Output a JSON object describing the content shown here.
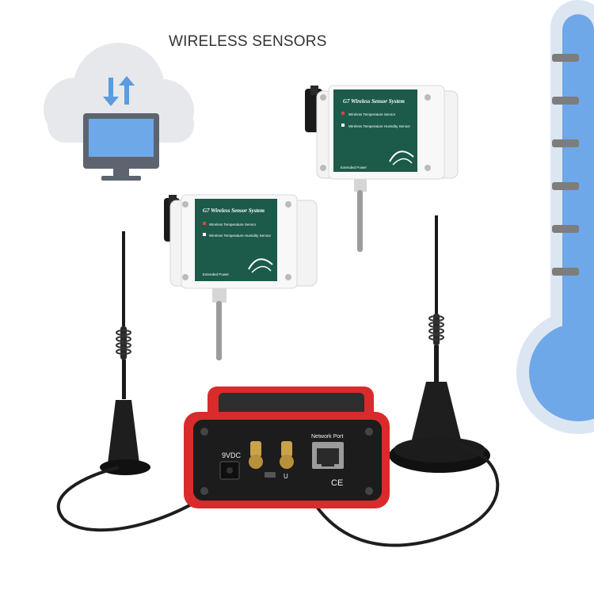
{
  "headline": "WIRELESS SENSORS",
  "sensor_box": {
    "title": "G7 Wireless Sensor System",
    "option_1": "Wireless Temperature Sensor",
    "option_2": "Wireless Temperature Humidity Sensor",
    "footer": "Extended Power"
  },
  "gateway": {
    "network_port_label": "Network Port",
    "power_label": "9VDC",
    "usb_label": "U",
    "ce_mark": "CE"
  },
  "colors": {
    "cloud": "#e6e8ec",
    "monitor_blue": "#6fa8e8",
    "arrow_blue": "#5b9be0",
    "thermometer_blue": "#6fa8e8",
    "sensor_panel_green": "#1c5a4a",
    "gateway_red": "#d92b2b"
  },
  "icons": [
    "cloud-icon",
    "sync-arrows-icon",
    "monitor-icon",
    "thermometer-icon",
    "antenna-icon"
  ]
}
